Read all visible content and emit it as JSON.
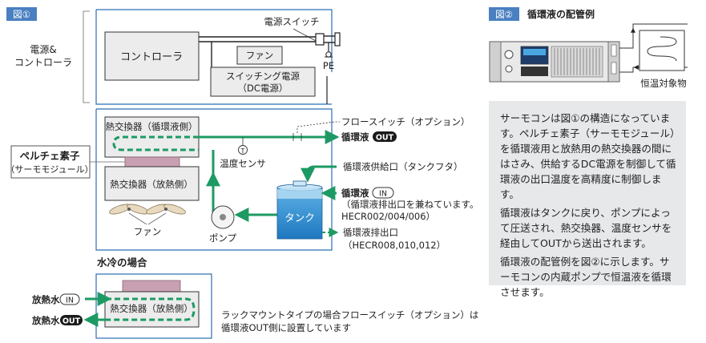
{
  "fig1": {
    "tag": "図①",
    "power_controller_label_line1": "電源&",
    "power_controller_label_line2": "コントローラ",
    "power_switch": "電源スイッチ",
    "controller": "コントローラ",
    "fan_box": "ファン",
    "switching_psu_line1": "スイッチング電源",
    "switching_psu_line2": "（DC電源）",
    "pe": "PE",
    "hx_fluid": "熱交換器（循環液側）",
    "hx_heat": "熱交換器（放熱側）",
    "peltier": "ペルチェ素子",
    "peltier_sub": "（サーモモジュール）",
    "flow_switch": "フロースイッチ（オプション）",
    "fluid_out": "循環液",
    "out_badge": "OUT",
    "in_badge": "IN",
    "temp_sensor": "温度センサ",
    "supply_port": "循環液供給口（タンクフタ）",
    "fluid_in": "循環液",
    "in_note_line1": "（循環液排出口を兼ねています。",
    "in_note_line2": "HECR002/004/006）",
    "tank": "タンク",
    "drain_line1": "循環液排出口",
    "drain_line2": "（HECR008,010,012）",
    "fan_label": "ファン",
    "pump": "ポンプ",
    "temp_symbol": "T"
  },
  "water": {
    "title": "水冷の場合",
    "in_label": "放熱水",
    "out_label": "放熱水",
    "hx_heat": "熱交換器（放熱側）",
    "note_line1": "ラックマウントタイプの場合フロースイッチ（オプション）は",
    "note_line2": "循環液OUT側に設置しています"
  },
  "fig2": {
    "tag": "図②",
    "title": "循環液の配管例",
    "target": "恒温対象物"
  },
  "description": [
    "サーモコンは図①の構造になっています。ペルチェ素子（サーモモジュール）を循環液用と放熱用の熱交換器の間にはさみ、供給するDC電源を制御して循環液の出口温度を高精度に制御します。",
    "循環液はタンクに戻り、ポンプによって圧送され、熱交換器、温度センサを経由してOUTから送出されます。",
    "循環液の配管例を図②に示します。サーモコンの内蔵ポンプで恒温液を循環させます。"
  ],
  "colors": {
    "flow_green": "#1d9a63",
    "frame_blue": "#2b6fb3",
    "tag_blue": "#4a7fc1",
    "badge_dark": "#1a1a1a",
    "peltier_pink": "#c9a0b2",
    "tank_blue": "#2e8fd0",
    "box_gray": "#ececec",
    "desc_bg": "#e6e8ea"
  }
}
